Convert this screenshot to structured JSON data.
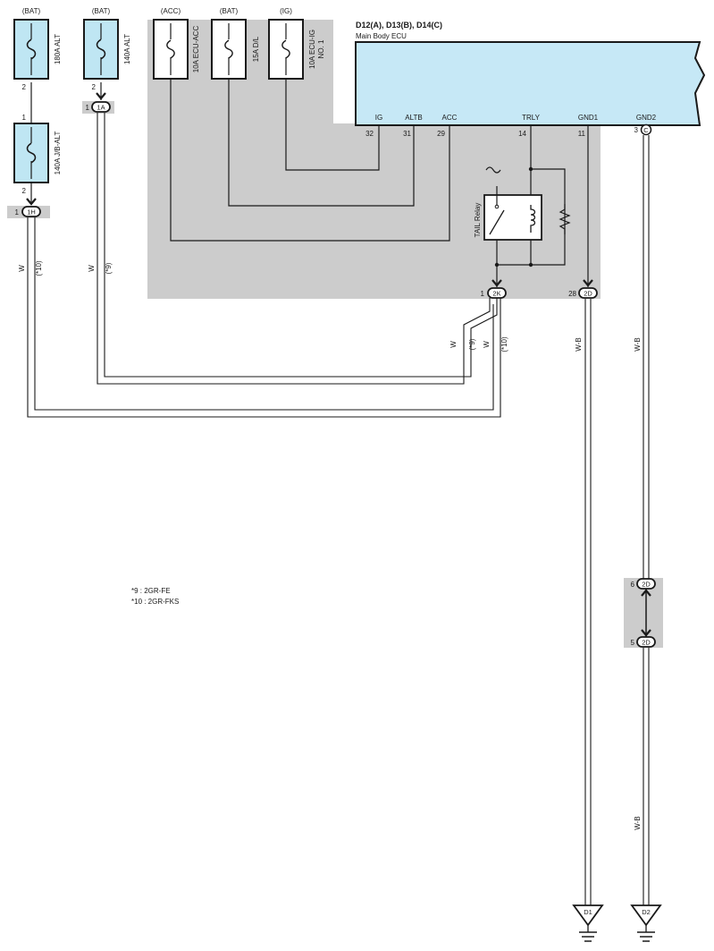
{
  "fuses": {
    "f180": {
      "source": "(BAT)",
      "rating": "180A ALT",
      "pin_bottom": "2"
    },
    "f140": {
      "source": "(BAT)",
      "rating": "140A ALT",
      "pin_bottom": "2"
    },
    "facc": {
      "source": "(ACC)",
      "rating": "10A ECU-ACC"
    },
    "fdl": {
      "source": "(BAT)",
      "rating": "15A D/L"
    },
    "fig": {
      "source": "(IG)",
      "rating_line1": "10A ECU-IG",
      "rating_line2": "NO. 1"
    },
    "fjb": {
      "rating": "140A J/B-ALT",
      "pin_top": "1",
      "pin_bottom": "2"
    }
  },
  "connectors": {
    "c1a": {
      "id": "1A",
      "pin": "1"
    },
    "c1h": {
      "id": "1H",
      "pin": "1"
    },
    "c2k": {
      "id": "2K",
      "pin": "1"
    },
    "c2d_28": {
      "id": "2D",
      "pin": "28"
    },
    "cc3": {
      "id": "C",
      "pin": "3"
    },
    "c2d_6": {
      "id": "2D",
      "pin": "6"
    },
    "c2d_5": {
      "id": "2D",
      "pin": "5"
    }
  },
  "ecu": {
    "title": "D12(A), D13(B), D14(C)",
    "subtitle": "Main Body ECU",
    "terminals": [
      {
        "name": "IG",
        "pin": "32"
      },
      {
        "name": "ALTB",
        "pin": "31"
      },
      {
        "name": "ACC",
        "pin": "29"
      },
      {
        "name": "TRLY",
        "pin": "14"
      },
      {
        "name": "GND1",
        "pin": "11"
      },
      {
        "name": "GND2",
        "pin": ""
      }
    ]
  },
  "relay": {
    "label": "TAIL Relay"
  },
  "wires": {
    "w_1h": "W",
    "w_1h_note": "(*10)",
    "w_1a": "W",
    "w_1a_note": "(*9)",
    "w_2k_a": "W",
    "w_2k_a_note": "(*9)",
    "w_2k_b": "W",
    "w_2k_b_note": "(*10)",
    "w_gnd1": "W-B",
    "w_gnd2_top": "W-B",
    "w_gnd2_bot": "W-B"
  },
  "grounds": {
    "d1": "D1",
    "d2": "D2"
  },
  "notes": [
    "*9 : 2GR-FE",
    "*10 : 2GR-FKS"
  ],
  "colors": {
    "fuse_fill": "#bfe6f3",
    "ecu_fill": "#c6e8f6",
    "shade": "#cccccc",
    "line": "#1a1a1a"
  }
}
